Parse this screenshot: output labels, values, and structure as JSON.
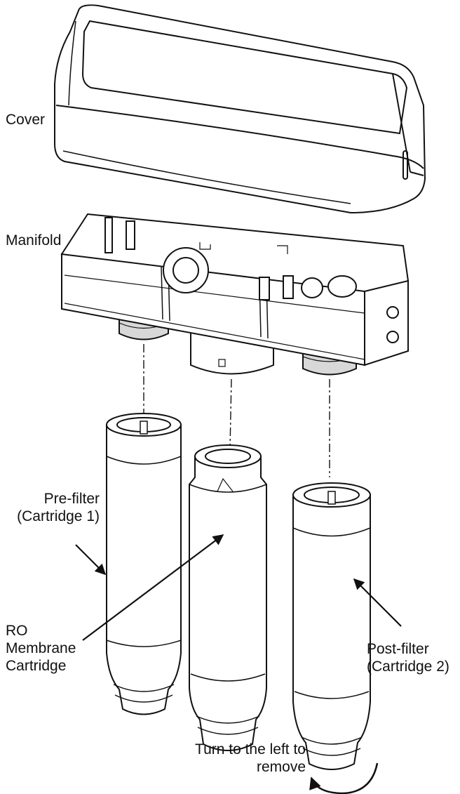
{
  "labels": {
    "cover": "Cover",
    "manifold": "Manifold",
    "prefilter": [
      "Pre-filter",
      "(Cartridge 1)"
    ],
    "ro_membrane": [
      "RO",
      "Membrane",
      "Cartridge"
    ],
    "postfilter": [
      "Post-filter",
      "(Cartridge 2)"
    ],
    "turn": [
      "Turn to the left to",
      "remove"
    ]
  },
  "colors": {
    "line": "#111111",
    "fill": "#ffffff",
    "shade": "#d8d8d8"
  }
}
